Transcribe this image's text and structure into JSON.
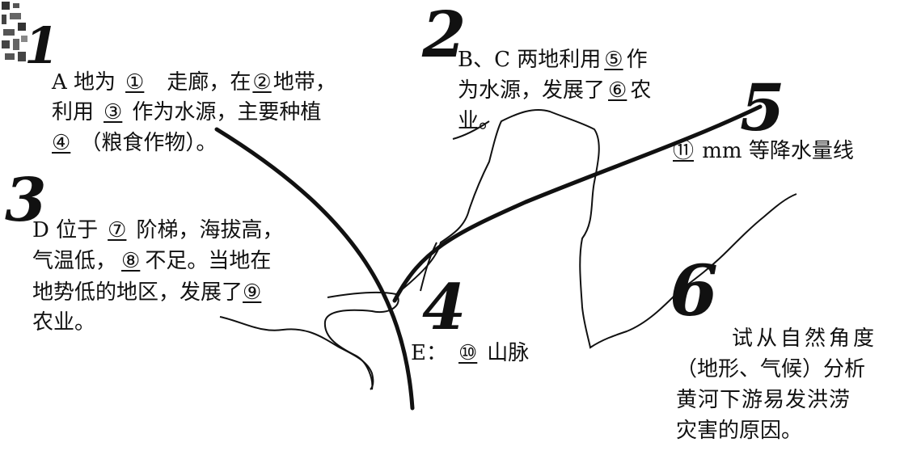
{
  "colors": {
    "ink": "#111111",
    "background": "#ffffff"
  },
  "numerals": {
    "n1": "1",
    "n2": "2",
    "n3": "3",
    "n4": "4",
    "n5": "5",
    "n6": "6"
  },
  "block1": {
    "line1": {
      "pre": "A 地为",
      "m1": "①",
      "mid": "走廊，在",
      "m2": "②",
      "post": "地带，"
    },
    "line2": {
      "pre": "利用",
      "m3": "③",
      "post": "作为水源，主要种植"
    },
    "line3": {
      "m4": "④",
      "post": "（粮食作物）。"
    }
  },
  "block2": {
    "line1": {
      "pre": "B、C 两地利用",
      "m5": "⑤",
      "post": "作"
    },
    "line2": {
      "pre": "为水源，发展了",
      "m6": "⑥",
      "post": "农"
    },
    "line3": "业。"
  },
  "block3": {
    "line1": {
      "pre": "D 位于",
      "m7": "⑦",
      "post": "阶梯，海拔高，"
    },
    "line2": {
      "pre": "气温低，",
      "m8": "⑧",
      "post": "不足。当地在"
    },
    "line3": {
      "pre": "地势低的地区，发展了",
      "m9": "⑨"
    },
    "line4": "农业。"
  },
  "block4": {
    "pre": "E：",
    "m10": "⑩",
    "post": "山脉"
  },
  "block5": {
    "m11": "⑪",
    "post": "mm 等降水量线"
  },
  "block6": {
    "line1": "试从自然角度",
    "line2": "（地形、气候）分析",
    "line3": "黄河下游易发洪涝",
    "line4": "灾害的原因。"
  }
}
